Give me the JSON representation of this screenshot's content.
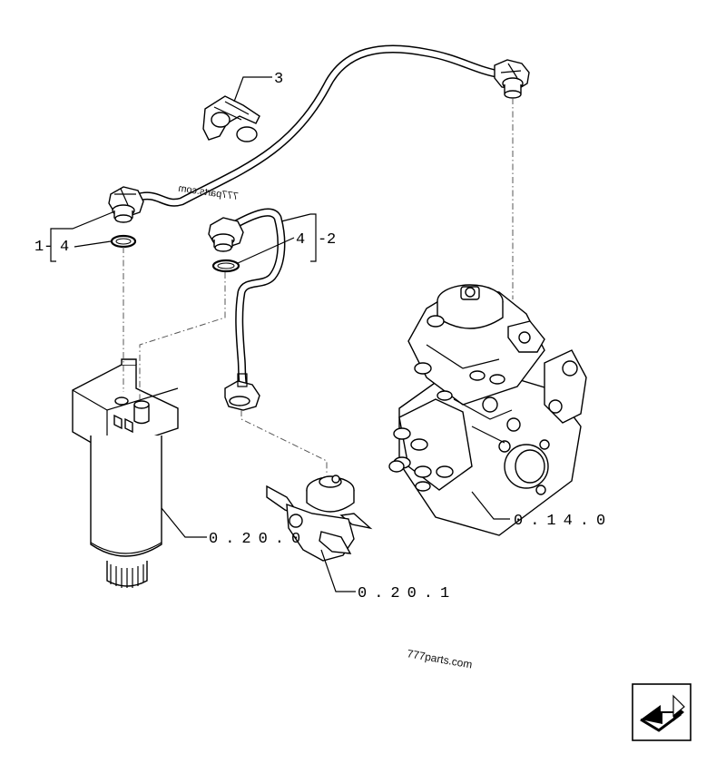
{
  "callouts": {
    "item_1": "1",
    "item_2": "2",
    "item_3": "3",
    "item_4_left": "4",
    "item_4_right": "4",
    "ref_filter": "0.20.0",
    "ref_lift_pump": "0.20.1",
    "ref_injection_pump": "0.14.0"
  },
  "watermarks": {
    "main": "777parts.com",
    "mirrored": "777parts.com"
  },
  "nav": {
    "icon": "next-page-arrow-icon"
  }
}
